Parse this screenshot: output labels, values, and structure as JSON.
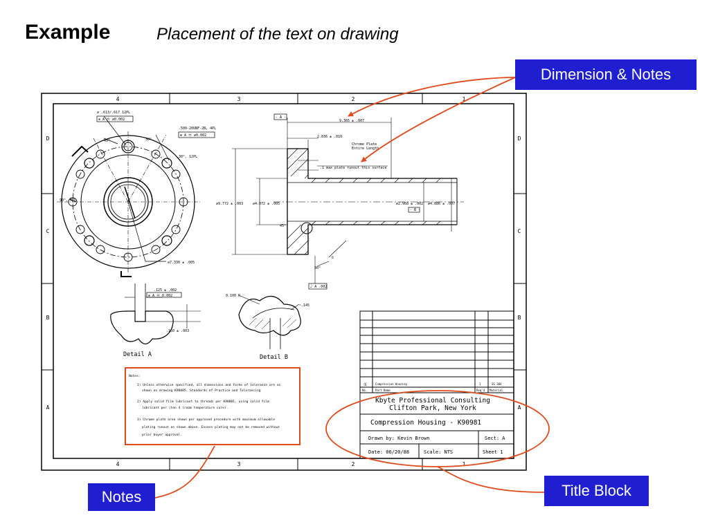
{
  "heading": {
    "main": "Example",
    "subtitle": "Placement of the text on drawing"
  },
  "callouts": {
    "dimension_notes": "Dimension & Notes",
    "notes": "Notes",
    "title_block": "Title Block"
  },
  "colors": {
    "callout_bg": "#1f1fd1",
    "callout_text": "#ffffff",
    "pointer_line": "#e04a1a",
    "drawing_ink": "#000000"
  },
  "drawing": {
    "zone_numbers": [
      "4",
      "3",
      "2",
      "1"
    ],
    "zone_letters": [
      "D",
      "C",
      "B",
      "A"
    ],
    "details": [
      "Detail A",
      "Detail B"
    ],
    "dimensions": {
      "hole_pattern": "⌀ .613/.617 12PL",
      "hole_fcf": "⊕ A ⓜ ⌀0.002",
      "thread": ".500-20UNF-2B, 4PL",
      "thread_fcf": "⊕ A ⓜ ⌀0.002",
      "angle_30": "30°",
      "angle_45": "45°",
      "angle_30_12pl": "30°, 12PL",
      "angle_90_4pl": "90°, 4PL",
      "bolt_circle": "⌀7.330 ± .005",
      "datum": "- A -",
      "length": "9.365 ± .007",
      "short_length": "2.836 ± .010",
      "chrome_plate_1": "Chrome Plate",
      "chrome_plate_2": "Entire Length",
      "runout_note": ".1 max plate runout this surface",
      "outer_dia": "⌀9.772 ± .003",
      "flange_dia": "⌀4.072 ± .005",
      "bore_dia": "⌀2.968 ± .002",
      "bore_box": "- B -",
      "shaft_dia": "⌀4.886 ± .007",
      "chamfer": "45°",
      "balloon": "①",
      "angle_30b": "30°",
      "runout_fcf": "⌰ A .002",
      "detail_a_width": ".125 ± .002",
      "detail_a_fcf": "⊕ A ⓜ 0.002",
      "detail_a_depth": ".150 ± .003",
      "detail_b_radius": "0.100 R",
      "detail_b_angle": "~.145"
    },
    "notes": {
      "heading": "Notes:",
      "items": [
        "1) Unless otherwise specified, all dimensions and forms of tolerance are as",
        "shown on drawing K90085, Standards of Practice and Tolerancing",
        "2) Apply solid film lubricant to threads per K90081, using solid film",
        "lubricant per (ten 4 (room temperature cure).",
        "3) Chrome plate area shown per approved procedure with maximum allowable",
        "plating runout as shown above. Excess plating may not be removed without",
        "prior buyer approval."
      ]
    },
    "title_block": {
      "parts_row": {
        "item": "①",
        "part": "Compression Housing",
        "qty": "1",
        "material": "SS 304"
      },
      "header_row": {
        "item": "No.",
        "part": "Part Name",
        "qty": "Req'd",
        "material": "Material"
      },
      "company_1": "Kbyte Professional Consulting",
      "company_2": "Clifton Park, New York",
      "drawing_title": "Compression Housing - K90981",
      "drawn_by": "Drawn by: Kevin Brown",
      "sect": "Sect: A",
      "date": "Date: 06/20/88",
      "scale": "Scale: NTS",
      "sheet": "Sheet 1"
    }
  }
}
